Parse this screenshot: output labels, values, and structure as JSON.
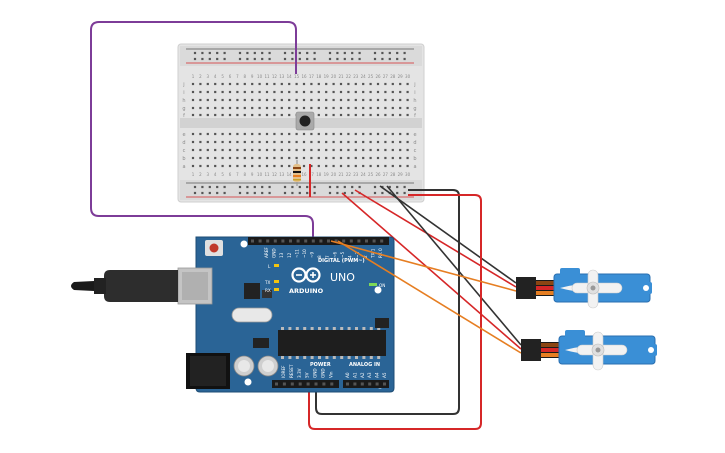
{
  "board": {
    "brand": "ARDUINO",
    "model": "UNO",
    "on_label": "ON",
    "tx_label": "TX",
    "rx_label": "RX",
    "l_label": "L",
    "digital_label": "DIGITAL (PWM~)",
    "power_label": "POWER",
    "analog_label": "ANALOG IN",
    "top_pins": [
      "AREF",
      "GND",
      "13",
      "12",
      "~11",
      "~10",
      "~9",
      "8",
      "7",
      "~6",
      "~5",
      "4",
      "~3",
      "2",
      "TX 1",
      "RX 0"
    ],
    "power_pins": [
      "IOREF",
      "RESET",
      "3.3V",
      "5V",
      "GND",
      "GND",
      "Vin"
    ],
    "analog_pins": [
      "A0",
      "A1",
      "A2",
      "A3",
      "A4",
      "A5"
    ],
    "color": "#2a6496"
  },
  "breadboard": {
    "rows_top": [
      "j",
      "i",
      "h",
      "g",
      "f"
    ],
    "rows_bottom": [
      "e",
      "d",
      "c",
      "b",
      "a"
    ],
    "columns": [
      "1",
      "2",
      "3",
      "4",
      "5",
      "6",
      "7",
      "8",
      "9",
      "10",
      "11",
      "12",
      "13",
      "14",
      "15",
      "16",
      "17",
      "18",
      "19",
      "20",
      "21",
      "22",
      "23",
      "24",
      "25",
      "26",
      "27",
      "28",
      "29",
      "30"
    ]
  },
  "servos": [
    {
      "id": "servo-1"
    },
    {
      "id": "servo-2"
    }
  ],
  "wire_colors": {
    "purple": "#7d3c98",
    "red": "#d62728",
    "black": "#333333",
    "orange": "#e67e22"
  }
}
